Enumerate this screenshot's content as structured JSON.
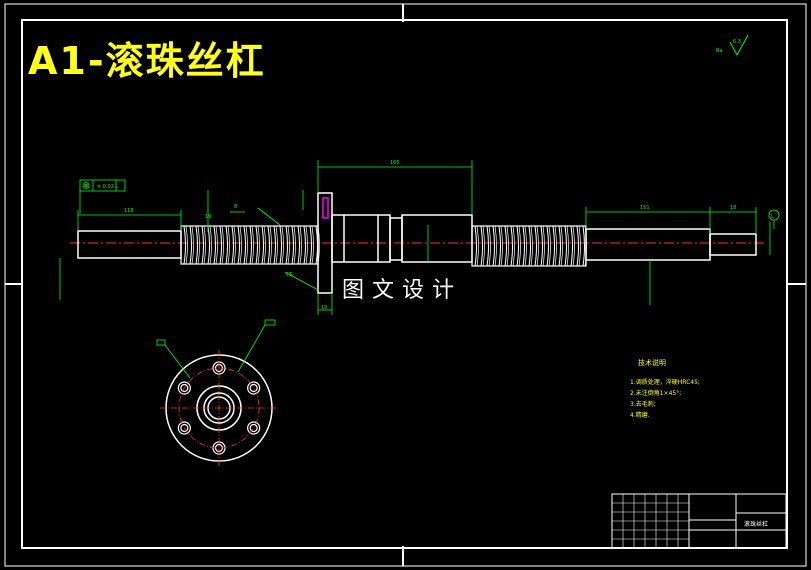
{
  "title": "A1-滚珠丝杠",
  "watermark": "图文设计",
  "dimensions": {
    "d_top_center": "165",
    "d_left_len": "118",
    "d_right_len": "151",
    "d_right_end": "18",
    "d_small_8": "8",
    "d_19": "19",
    "d_bottom_10": "10",
    "d_c5": "C5"
  },
  "tolerance_box": "≡ 0.02 L",
  "datum_right": "L",
  "notes": {
    "heading": "技术说明",
    "items": [
      "1.调质处理，淬硬HRC45;",
      "2.未注倒角1×45°;",
      "3.去毛刺;",
      "4.精磨."
    ]
  },
  "title_block": {
    "label": "滚珠丝杠"
  },
  "colors": {
    "frame": "#ffffff",
    "geometry": "#ffffff",
    "dimension": "#00ff00",
    "centerline": "#ff3030",
    "title": "#ffff1a",
    "highlight": "#ff00ff"
  }
}
